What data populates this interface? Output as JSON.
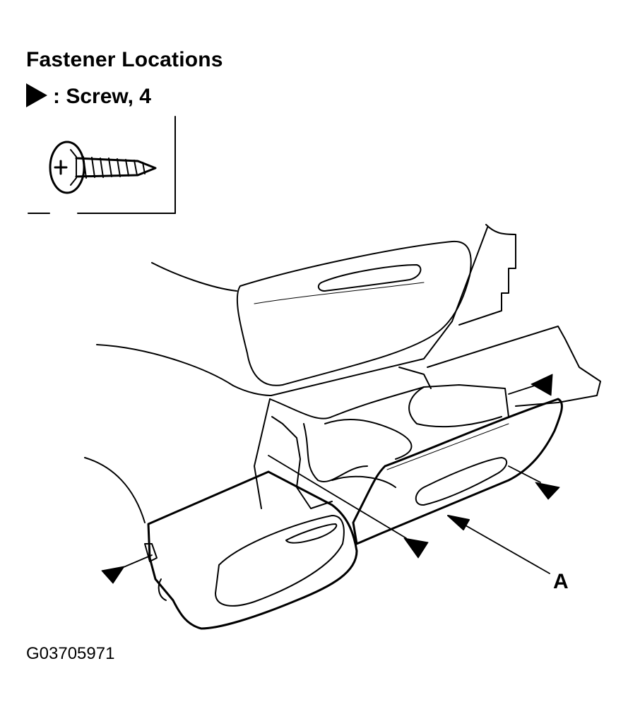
{
  "title": "Fastener Locations",
  "legend": {
    "symbol": "arrowhead",
    "label": ": Screw, 4"
  },
  "callout": "A",
  "figure_id": "G03705971"
}
